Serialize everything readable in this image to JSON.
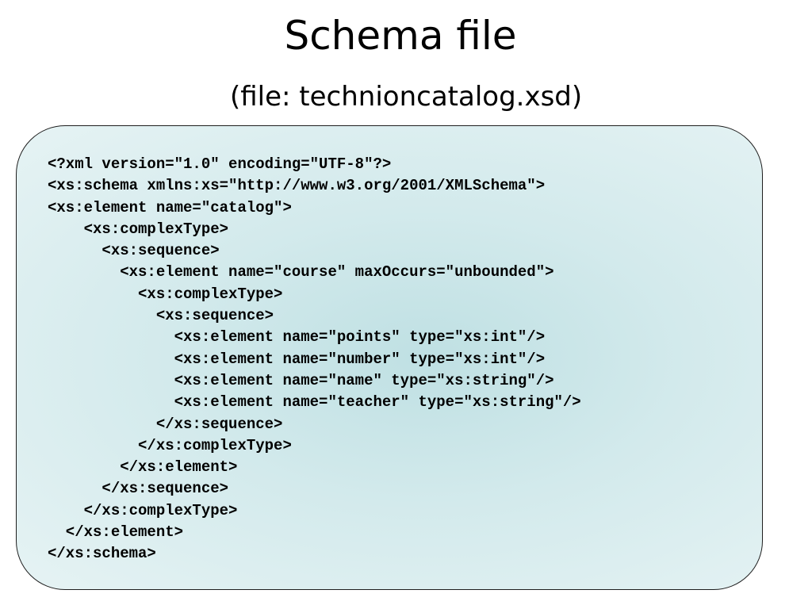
{
  "slide": {
    "title": "Schema file",
    "subtitle": "(file: technioncatalog.xsd)",
    "code_lines": [
      "<?xml version=\"1.0\" encoding=\"UTF-8\"?>",
      "<xs:schema xmlns:xs=\"http://www.w3.org/2001/XMLSchema\">",
      "<xs:element name=\"catalog\">",
      "    <xs:complexType>",
      "      <xs:sequence>",
      "        <xs:element name=\"course\" maxOccurs=\"unbounded\">",
      "          <xs:complexType>",
      "            <xs:sequence>",
      "              <xs:element name=\"points\" type=\"xs:int\"/>",
      "              <xs:element name=\"number\" type=\"xs:int\"/>",
      "              <xs:element name=\"name\" type=\"xs:string\"/>",
      "              <xs:element name=\"teacher\" type=\"xs:string\"/>",
      "            </xs:sequence>",
      "          </xs:complexType>",
      "        </xs:element>",
      "      </xs:sequence>",
      "    </xs:complexType>",
      "  </xs:element>",
      "</xs:schema>"
    ]
  }
}
